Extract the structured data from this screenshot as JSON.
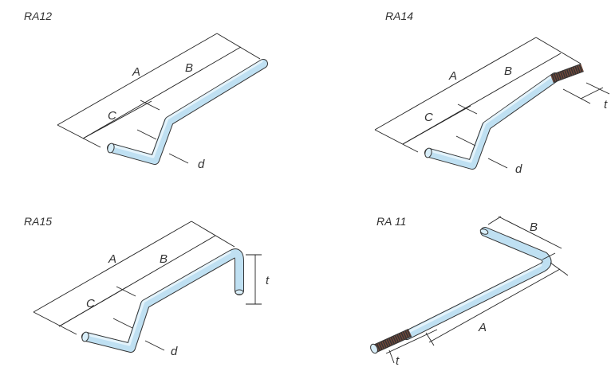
{
  "figures": [
    {
      "id": "ra12",
      "title": "RA12",
      "labels": {
        "A": "A",
        "B": "B",
        "C": "C",
        "d": "d"
      }
    },
    {
      "id": "ra14",
      "title": "RA14",
      "labels": {
        "A": "A",
        "B": "B",
        "C": "C",
        "d": "d",
        "t": "t"
      }
    },
    {
      "id": "ra15",
      "title": "RA15",
      "labels": {
        "A": "A",
        "B": "B",
        "C": "C",
        "d": "d",
        "t": "t"
      }
    },
    {
      "id": "ra11",
      "title": "RA 11",
      "labels": {
        "A": "A",
        "B": "B",
        "t": "t"
      }
    }
  ],
  "colors": {
    "rod_fill": "#bfe0f2",
    "rod_outline": "#333333",
    "thread": "#7a4a3a",
    "dimension_line": "#222222"
  }
}
